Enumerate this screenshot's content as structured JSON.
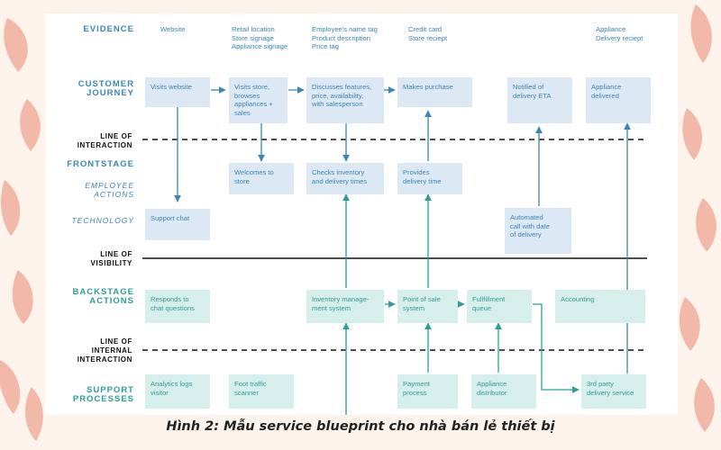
{
  "rows": {
    "evidence": "EVIDENCE",
    "customer_journey": "CUSTOMER\nJOURNEY",
    "line_of_interaction": "LINE OF\nINTERACTION",
    "frontstage": "FRONTSTAGE",
    "employee_actions": "EMPLOYEE\nACTIONS",
    "technology": "TECHNOLOGY",
    "line_of_visibility": "LINE OF\nVISIBILITY",
    "backstage_actions": "BACKSTAGE\nACTIONS",
    "line_of_internal_interaction": "LINE OF\nINTERNAL\nINTERACTION",
    "support_processes": "SUPPORT\nPROCESSES"
  },
  "evidence": {
    "website": "Website",
    "store": "Retail location\nStore signage\nAppliance signage",
    "employee": "Employee's name tag\nProduct description\nPrice tag",
    "purchase": "Credit card\nStore reciept",
    "delivery": "Appliance\nDelivery reciept"
  },
  "customer_journey": {
    "visits_website": "Visits website",
    "visits_store": "Visits store,\nbrowses\nappliances +\nsales",
    "discusses": "Discusses features,\nprice, availability,\nwith salesperson",
    "makes_purchase": "Makes purchase",
    "notified": "Notified of\ndelivery ETA",
    "delivered": "Appliance\ndelivered"
  },
  "frontstage": {
    "welcomes": "Welcomes to\nstore",
    "checks_inventory": "Checks inventory\nand delivery times",
    "provides_delivery": "Provides\ndelivery time"
  },
  "technology": {
    "support_chat": "Support chat",
    "automated_call": "Automated\ncall with date\nof delivery"
  },
  "backstage": {
    "responds": "Responds to\nchat questions",
    "inventory_system": "Inventory manage-\nment system",
    "pos": "Point of sale\nsystem",
    "fulfillment": "Fullfillment\nqueue",
    "accounting": "Accounting"
  },
  "support": {
    "analytics": "Analytics logs\nvisitor",
    "foot_traffic": "Foot traffic\nscanner",
    "payment": "Payment\nprocess",
    "distributor": "Appliance\ndistributor",
    "third_party": "3rd party\ndelivery service"
  },
  "caption": "Hình 2: Mẫu service blueprint cho nhà bán lẻ thiết bị",
  "colors": {
    "blue": "#3a86b4",
    "blue_fill": "#dce9f4",
    "teal": "#2f9e97",
    "teal_fill": "#d6efeb",
    "background": "#fbf3ec",
    "decor": "#f2b8a8"
  }
}
